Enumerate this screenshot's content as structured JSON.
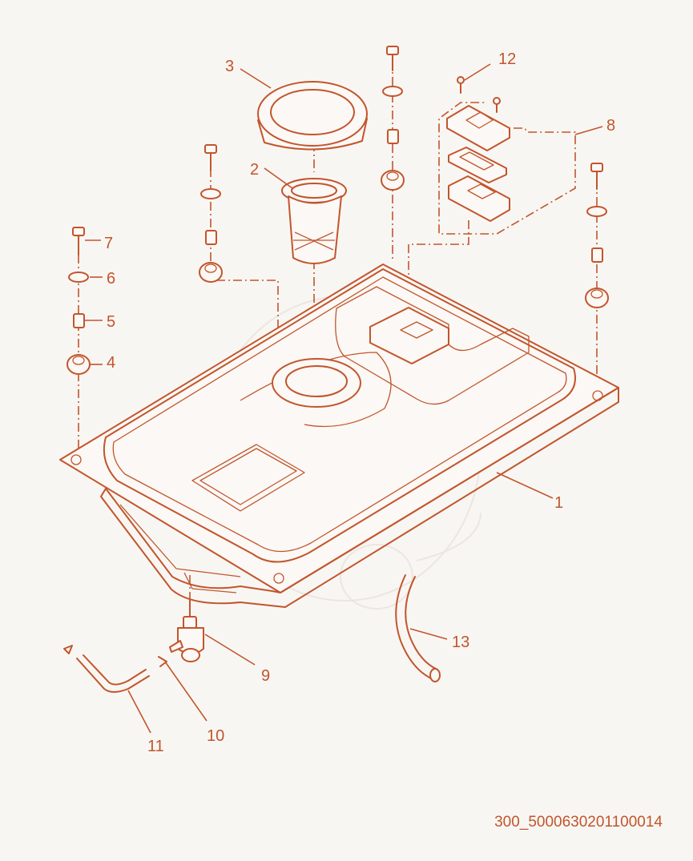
{
  "diagram": {
    "callouts": [
      "1",
      "2",
      "3",
      "4",
      "5",
      "6",
      "7",
      "8",
      "9",
      "10",
      "11",
      "12",
      "13"
    ],
    "drawing_code": "300_5000630201100014",
    "line_color": "#c2552c",
    "background_color": "#f8f6f3"
  }
}
